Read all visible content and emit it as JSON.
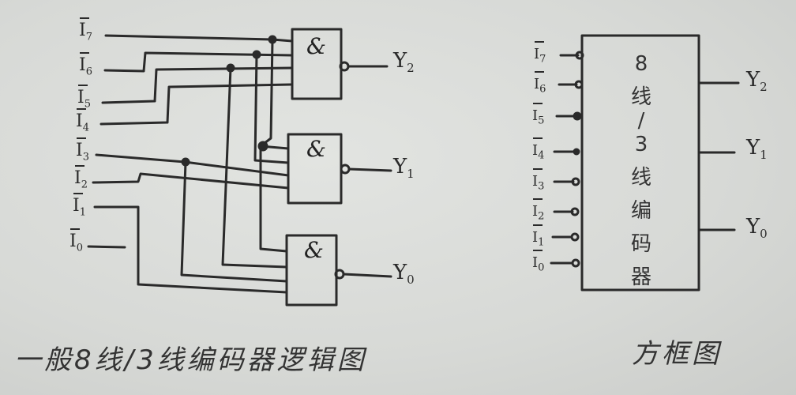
{
  "logic_diagram": {
    "inputs": [
      {
        "name": "I",
        "sub": "7",
        "inverted": true
      },
      {
        "name": "I",
        "sub": "6",
        "inverted": true
      },
      {
        "name": "I",
        "sub": "5",
        "inverted": true
      },
      {
        "name": "I",
        "sub": "4",
        "inverted": true
      },
      {
        "name": "I",
        "sub": "3",
        "inverted": true
      },
      {
        "name": "I",
        "sub": "2",
        "inverted": true
      },
      {
        "name": "I",
        "sub": "1",
        "inverted": true
      },
      {
        "name": "I",
        "sub": "0",
        "inverted": true
      }
    ],
    "gates": [
      {
        "symbol": "&",
        "output": "Y",
        "output_sub": "2"
      },
      {
        "symbol": "&",
        "output": "Y",
        "output_sub": "1"
      },
      {
        "symbol": "&",
        "output": "Y",
        "output_sub": "0"
      }
    ],
    "caption": "一般8线/3线编码器逻辑图"
  },
  "block_diagram": {
    "inputs": [
      {
        "name": "I",
        "sub": "7"
      },
      {
        "name": "I",
        "sub": "6"
      },
      {
        "name": "I",
        "sub": "5"
      },
      {
        "name": "I",
        "sub": "4"
      },
      {
        "name": "I",
        "sub": "3"
      },
      {
        "name": "I",
        "sub": "2"
      },
      {
        "name": "I",
        "sub": "1"
      },
      {
        "name": "I",
        "sub": "0"
      }
    ],
    "block_label": [
      "8",
      "线",
      "/",
      "3",
      "线",
      "编",
      "码",
      "器"
    ],
    "outputs": [
      {
        "name": "Y",
        "sub": "2"
      },
      {
        "name": "Y",
        "sub": "1"
      },
      {
        "name": "Y",
        "sub": "0"
      }
    ],
    "caption": "方框图"
  },
  "colors": {
    "ink": "#2a2a2a",
    "paper": "#dcdedb"
  }
}
